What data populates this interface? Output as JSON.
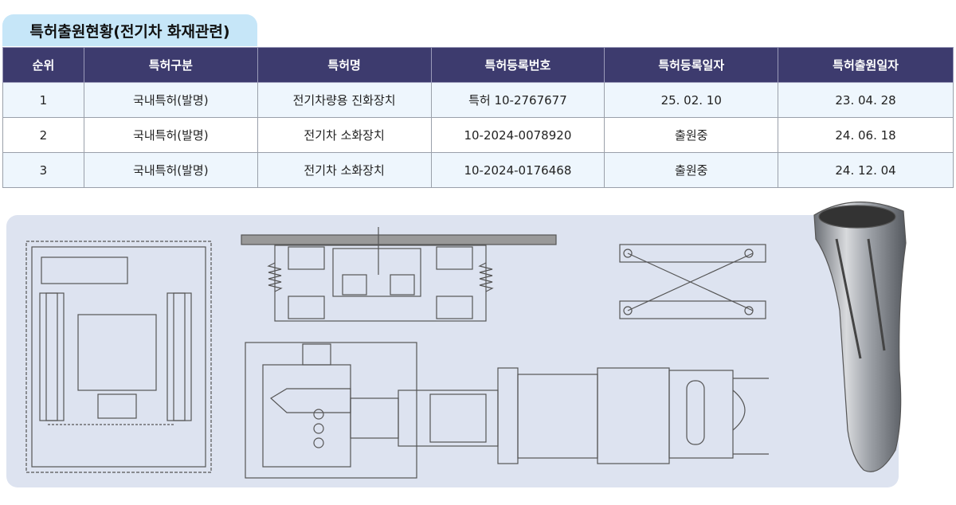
{
  "title": "특허출원현황(전기차 화재관련)",
  "table": {
    "headers": [
      "순위",
      "특허구분",
      "특허명",
      "특허등록번호",
      "특허등록일자",
      "특허출원일자"
    ],
    "rows": [
      [
        "1",
        "국내특허(발명)",
        "전기차량용 진화장치",
        "특허 10-2767677",
        "25. 02. 10",
        "23. 04. 28"
      ],
      [
        "2",
        "국내특허(발명)",
        "전기차 소화장치",
        "10-2024-0078920",
        "출원중",
        "24. 06. 18"
      ],
      [
        "3",
        "국내특허(발명)",
        "전기차 소화장치",
        "10-2024-0176468",
        "출원중",
        "24. 12. 04"
      ]
    ]
  },
  "colors": {
    "header_bg": "#3d3b6e",
    "title_bg": "#c6e6f8",
    "panel_bg": "#dde3f0"
  }
}
